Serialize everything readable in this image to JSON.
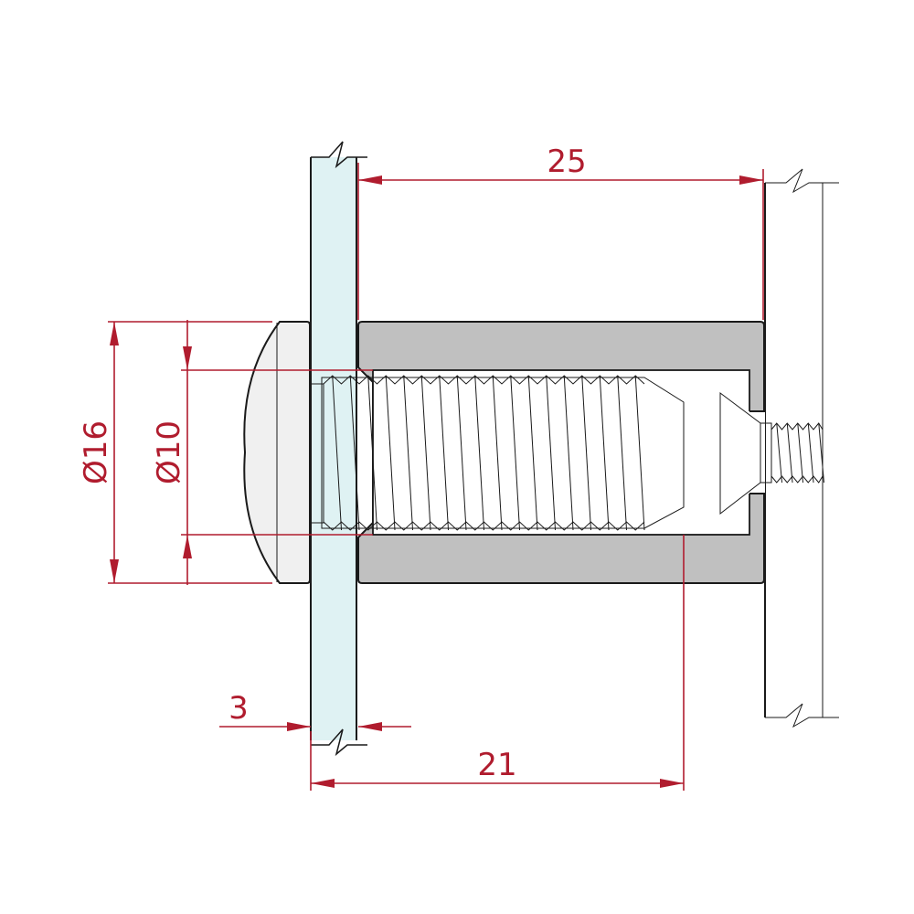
{
  "dimensions": {
    "standoff_length": "25",
    "cap_diameter": "Ø16",
    "bolt_diameter": "Ø10",
    "glass_thickness": "3",
    "bolt_length": "21"
  },
  "colors": {
    "dimension": "#b01c2e",
    "glass": "#dff2f3",
    "sleeve": "#c0c0c0",
    "cap": "#f0f0f0"
  }
}
